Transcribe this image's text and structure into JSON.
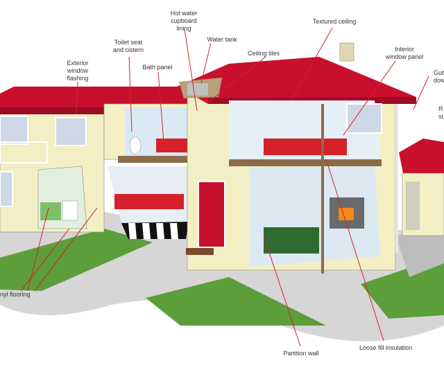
{
  "labels": {
    "hot_water": "Hot water\ncupboard\nlining",
    "toilet": "Toilet seat\nand cistern",
    "water_tank": "Water tank",
    "textured_ceiling": "Textured ceiling",
    "ceiling_tiles": "Ceiling tiles",
    "interior_window": "Interior\nwindow panel",
    "exterior_window": "Exterior\nwindow\nflashing",
    "bath_panel": "Bath panel",
    "gutters": "Gutt\ndow",
    "roof_partial": "R\nsu",
    "vinyl_flooring": "nyl flooring",
    "partition_wall": "Partition wall",
    "loose_fill": "Loose fill insulation"
  },
  "colors": {
    "roof": "#c8102e",
    "wall": "#f3efc4",
    "leader": "#d6202a",
    "grass": "#5c9e3a",
    "path": "#d2d2d2"
  }
}
